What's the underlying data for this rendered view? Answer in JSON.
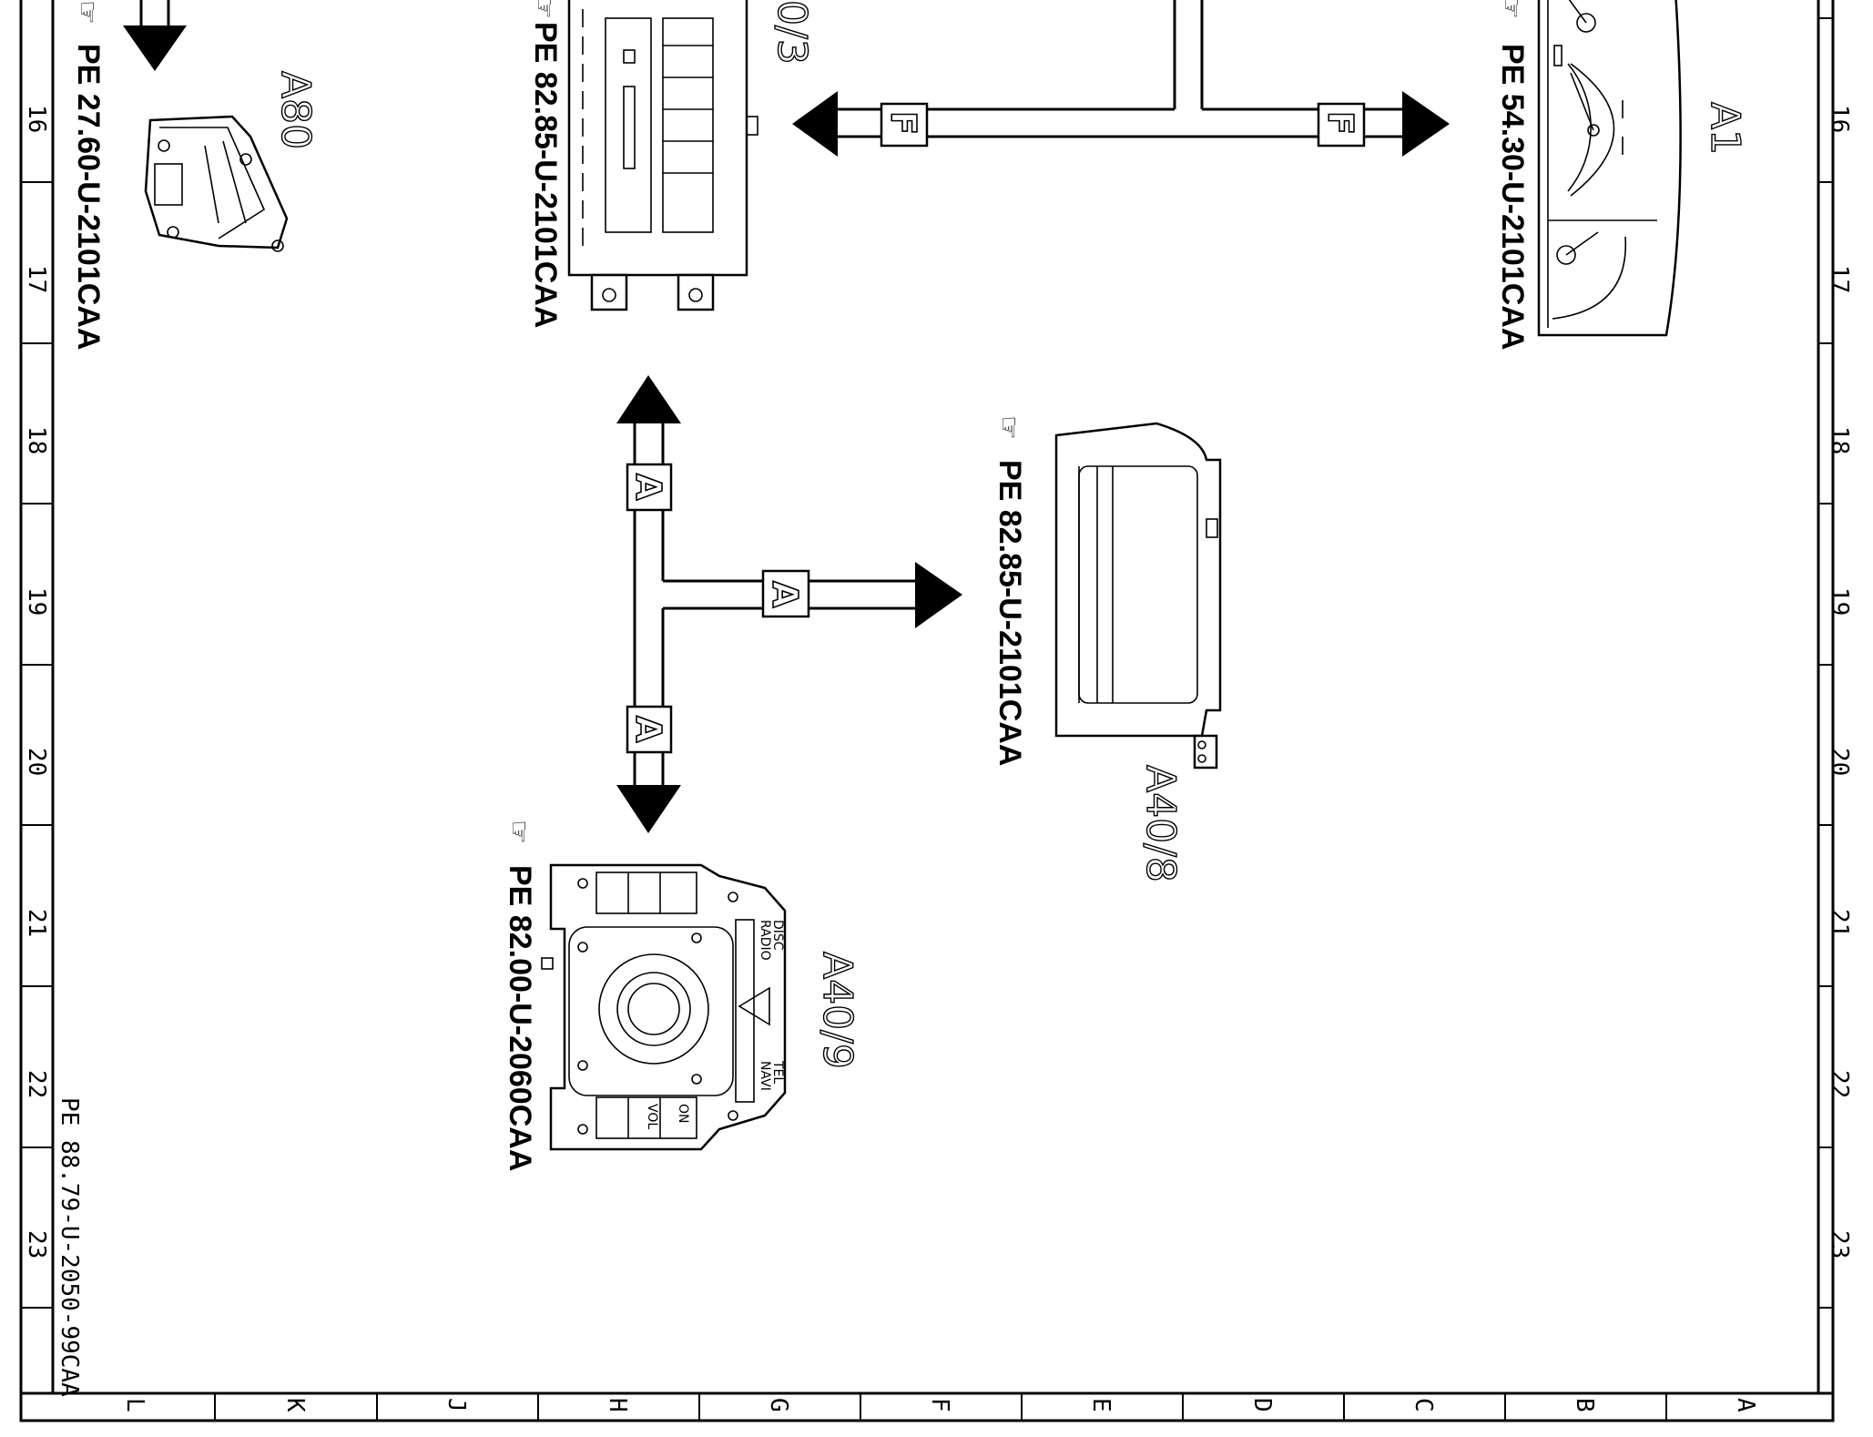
{
  "diagram": {
    "document_id": "PE 88.79-U-2050-99CAA",
    "row_labels": [
      "16",
      "17",
      "18",
      "19",
      "20",
      "21",
      "22",
      "23"
    ],
    "column_labels": [
      "L",
      "K",
      "J",
      "H",
      "G",
      "F",
      "E",
      "D",
      "C",
      "B",
      "A"
    ],
    "components": {
      "a80": {
        "id": "A80",
        "ref": "PE 27.60-U-2101CAA"
      },
      "a40_3": {
        "id": "0/3",
        "ref": "PE 82.85-U-2101CAA"
      },
      "a1": {
        "id": "A1",
        "ref": "PE 54.30-U-2101CAA"
      },
      "a40_8": {
        "id": "A40/8",
        "ref": "PE 82.85-U-2101CAA"
      },
      "a40_9": {
        "id": "A40/9",
        "ref": "PE 82.00-U-2060CAA",
        "button_labels": [
          "DISC",
          "RADIO",
          "TEL",
          "NAVI",
          "VOL",
          "ON"
        ]
      }
    },
    "connectors": {
      "f_left": "F",
      "f_right": "F",
      "a_top": "A",
      "a_right": "A",
      "a_bottom": "A"
    },
    "reference_icon": "hand-pointer-icon"
  }
}
